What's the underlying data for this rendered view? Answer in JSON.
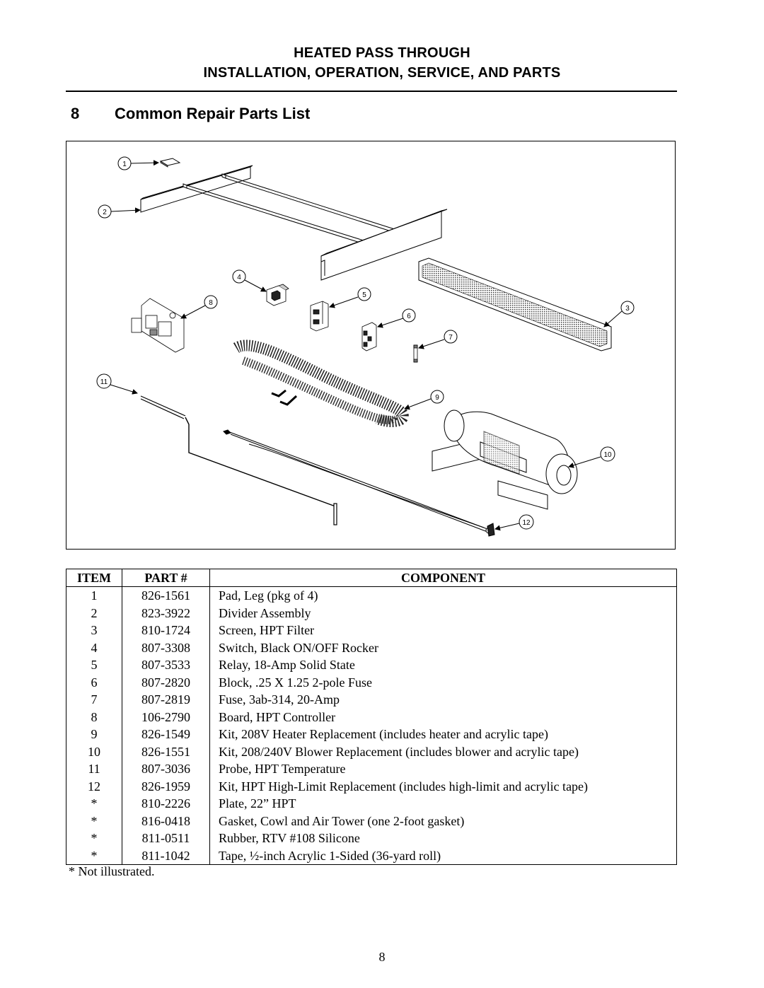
{
  "header": {
    "line1": "HEATED PASS THROUGH",
    "line2": "INSTALLATION, OPERATION, SERVICE, AND PARTS"
  },
  "section": {
    "number": "8",
    "title": "Common Repair Parts List"
  },
  "figure": {
    "callouts": [
      "1",
      "2",
      "3",
      "4",
      "5",
      "6",
      "7",
      "8",
      "9",
      "10",
      "11",
      "12"
    ]
  },
  "table": {
    "headers": {
      "item": "ITEM",
      "part": "PART #",
      "component": "COMPONENT"
    },
    "rows": [
      {
        "item": "1",
        "part": "826-1561",
        "component": "Pad, Leg (pkg of 4)"
      },
      {
        "item": "2",
        "part": "823-3922",
        "component": "Divider Assembly"
      },
      {
        "item": "3",
        "part": "810-1724",
        "component": "Screen, HPT Filter"
      },
      {
        "item": "4",
        "part": "807-3308",
        "component": "Switch, Black ON/OFF Rocker"
      },
      {
        "item": "5",
        "part": "807-3533",
        "component": "Relay, 18-Amp Solid State"
      },
      {
        "item": "6",
        "part": "807-2820",
        "component": "Block, .25 X 1.25 2-pole Fuse"
      },
      {
        "item": "7",
        "part": "807-2819",
        "component": "Fuse, 3ab-314, 20-Amp"
      },
      {
        "item": "8",
        "part": "106-2790",
        "component": "Board, HPT Controller"
      },
      {
        "item": "9",
        "part": "826-1549",
        "component": "Kit, 208V Heater Replacement (includes heater and acrylic tape)"
      },
      {
        "item": "10",
        "part": "826-1551",
        "component": "Kit, 208/240V Blower Replacement (includes blower and acrylic tape)"
      },
      {
        "item": "11",
        "part": "807-3036",
        "component": "Probe, HPT Temperature"
      },
      {
        "item": "12",
        "part": "826-1959",
        "component": "Kit, HPT High-Limit Replacement (includes high-limit and acrylic tape)"
      },
      {
        "item": "*",
        "part": "810-2226",
        "component": "Plate, 22” HPT"
      },
      {
        "item": "*",
        "part": "816-0418",
        "component": "Gasket, Cowl and Air Tower (one 2-foot gasket)"
      },
      {
        "item": "*",
        "part": "811-0511",
        "component": "Rubber, RTV #108 Silicone"
      },
      {
        "item": "*",
        "part": "811-1042",
        "component": "Tape, ½-inch Acrylic 1-Sided (36-yard roll)"
      }
    ]
  },
  "note": "* Not illustrated.",
  "page_number": "8"
}
